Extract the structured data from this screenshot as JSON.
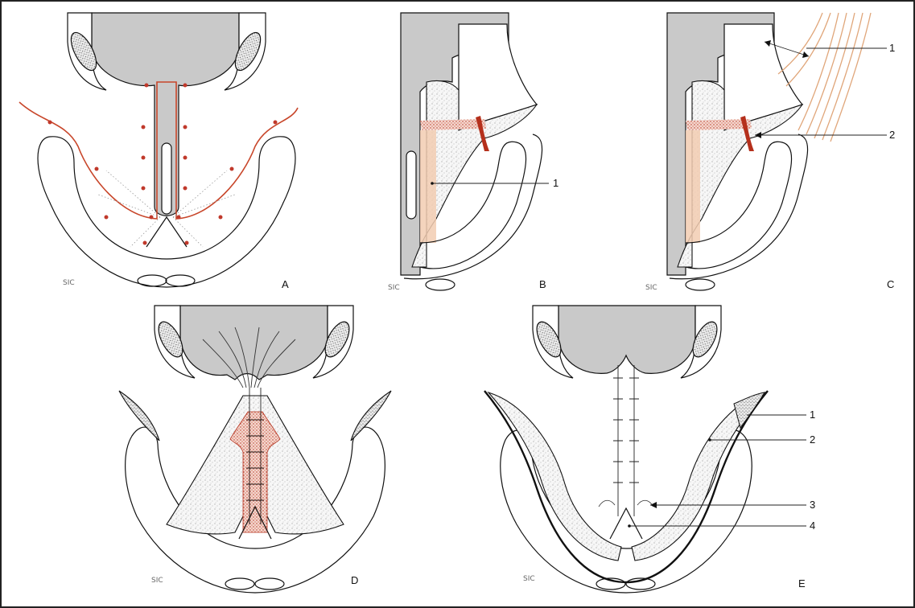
{
  "panels": {
    "A": {
      "letter": "A"
    },
    "B": {
      "letter": "B",
      "callouts": [
        "1"
      ]
    },
    "C": {
      "letter": "C",
      "callouts": [
        "1",
        "2"
      ]
    },
    "D": {
      "letter": "D"
    },
    "E": {
      "letter": "E",
      "callouts": [
        "1",
        "2",
        "3",
        "4"
      ]
    }
  },
  "colors": {
    "border": "#222222",
    "gray_tissue": "#c9c9c9",
    "incision_red": "#c8462a",
    "suture_dot_red": "#c0392b",
    "muscle_tan": "#e0a67a"
  }
}
